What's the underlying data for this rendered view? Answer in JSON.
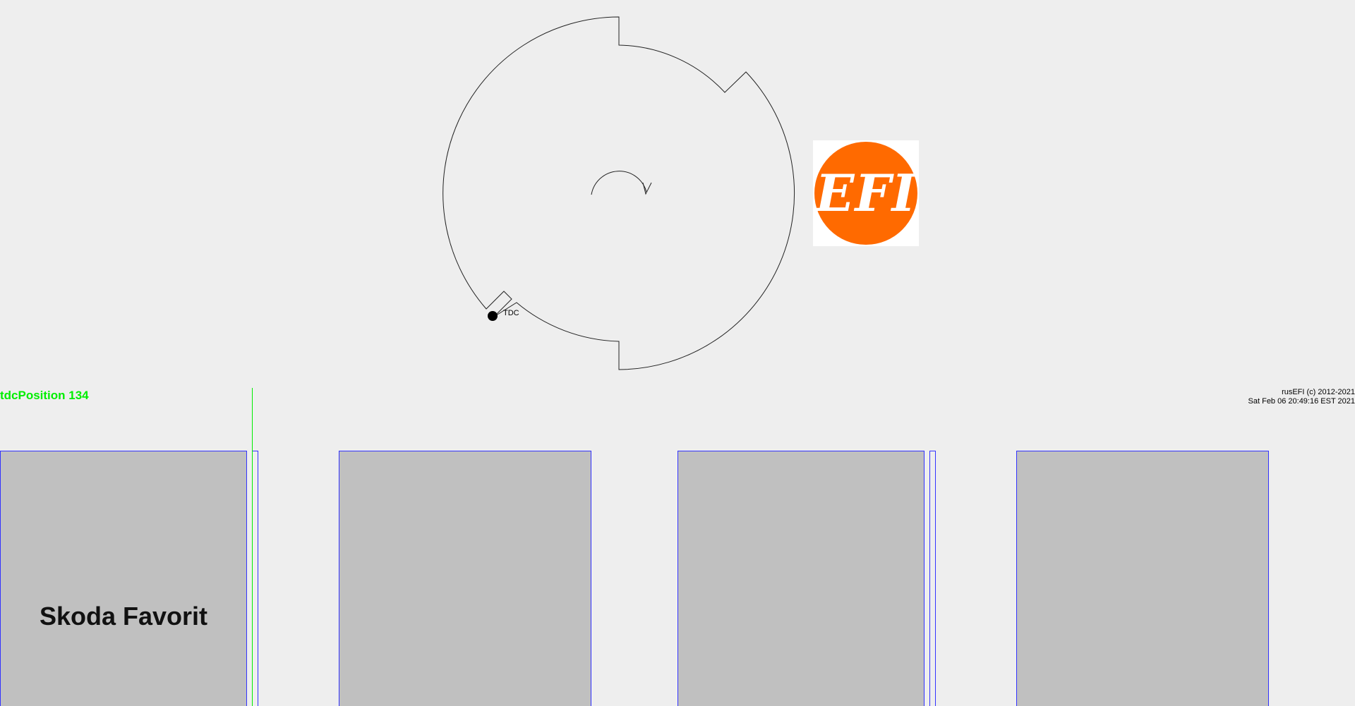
{
  "window": {
    "background": "#eeeeee"
  },
  "trigger_wheel": {
    "tdc_label": "TDC",
    "rotation_icon": "clockwise-arrow-icon",
    "tdc_marker_icon": "filled-dot-icon"
  },
  "logo": {
    "text": "EFI",
    "color": "#ff6a00",
    "text_color": "#ffffff"
  },
  "status": {
    "tdc_position_label": "tdcPosition 134",
    "tdc_position_value": 134,
    "accent_color": "#00ee00"
  },
  "copyright": {
    "line1": "rusEFI (c) 2012-2021",
    "line2": "Sat Feb 06 20:49:16 EST 2021"
  },
  "engine": {
    "name": "Skoda Favorit"
  },
  "panels": {
    "fill_color": "#c0c0c0",
    "border_color": "#3333ff"
  }
}
